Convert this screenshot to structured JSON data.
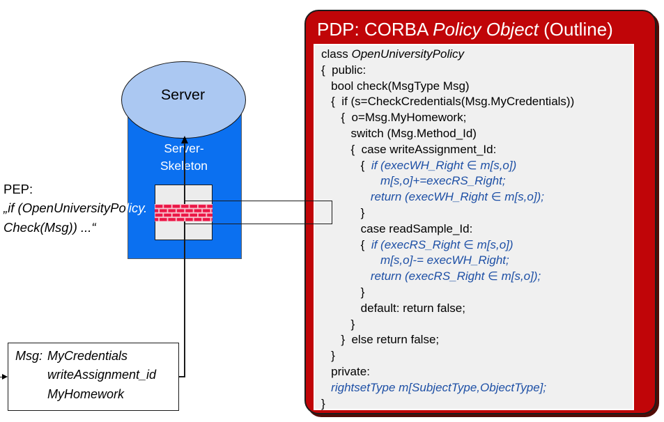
{
  "colors": {
    "pdp_red": "#c00508",
    "pdp_shadow": "#510b06",
    "code_bg": "#f0f0f0",
    "code_blue": "#1d4fa5",
    "server_blue": "#0b70f0",
    "ellipse_blue": "#abc8f2",
    "brick_red": "#eb1646",
    "brick_mortar": "#f7c3ce",
    "text_black": "#000000"
  },
  "server": {
    "label": "Server",
    "skeleton_lines": [
      "Server-",
      "Skeleton"
    ]
  },
  "pep": {
    "label": "PEP:",
    "quote_line1_black": "„if (OpenUniversityPo",
    "quote_line1_white": "licy.",
    "quote_line2": "Check(Msg)) ...“"
  },
  "msg": {
    "label": "Msg:",
    "items": [
      "MyCredentials",
      "writeAssignment_id",
      "MyHomework"
    ]
  },
  "pdp": {
    "title_segments": [
      {
        "text": "PDP: CORBA ",
        "style": "regular"
      },
      {
        "text": "Policy Object",
        "style": "italic"
      },
      {
        "text": " (Outline)",
        "style": "regular"
      }
    ],
    "code_lines": [
      [
        {
          "t": "class ",
          "s": "k"
        },
        {
          "t": "OpenUniversityPolicy",
          "s": "i"
        }
      ],
      [
        {
          "t": "{  public:",
          "s": "k"
        }
      ],
      [
        {
          "t": "   bool check(MsgType Msg)",
          "s": "k"
        }
      ],
      [
        {
          "t": "   {  if (s=CheckCredentials(Msg.MyCredentials))",
          "s": "k"
        }
      ],
      [
        {
          "t": "      {  o=Msg.MyHomework;",
          "s": "k"
        }
      ],
      [
        {
          "t": "         switch (Msg.Method_Id)",
          "s": "k"
        }
      ],
      [
        {
          "t": "         {  case writeAssignment_Id:",
          "s": "k"
        }
      ],
      [
        {
          "t": "            {  ",
          "s": "k"
        },
        {
          "t": "if (execWH_Right ∈ m[s,o])",
          "s": "b"
        }
      ],
      [
        {
          "t": "                  ",
          "s": "k"
        },
        {
          "t": "m[s,o]+=execRS_Right;",
          "s": "b"
        }
      ],
      [
        {
          "t": "               ",
          "s": "k"
        },
        {
          "t": "return (execWH_Right ∈ m[s,o]);",
          "s": "b"
        }
      ],
      [
        {
          "t": "            }",
          "s": "k"
        }
      ],
      [
        {
          "t": "            case readSample_Id:",
          "s": "k"
        }
      ],
      [
        {
          "t": "            {  ",
          "s": "k"
        },
        {
          "t": "if (execRS_Right ∈ m[s,o])",
          "s": "b"
        }
      ],
      [
        {
          "t": "                  ",
          "s": "k"
        },
        {
          "t": "m[s,o]-= execWH_Right;",
          "s": "b"
        }
      ],
      [
        {
          "t": "               ",
          "s": "k"
        },
        {
          "t": "return (execRS_Right ∈ m[s,o]);",
          "s": "b"
        }
      ],
      [
        {
          "t": "            }",
          "s": "k"
        }
      ],
      [
        {
          "t": "            default: return false;",
          "s": "k"
        }
      ],
      [
        {
          "t": "         }",
          "s": "k"
        }
      ],
      [
        {
          "t": "      }  else return false;",
          "s": "k"
        }
      ],
      [
        {
          "t": "   }",
          "s": "k"
        }
      ],
      [
        {
          "t": "   private:",
          "s": "k"
        }
      ],
      [
        {
          "t": "   ",
          "s": "k"
        },
        {
          "t": "rightsetType m[SubjectType,ObjectType];",
          "s": "b"
        }
      ],
      [
        {
          "t": "}",
          "s": "k"
        }
      ]
    ]
  }
}
